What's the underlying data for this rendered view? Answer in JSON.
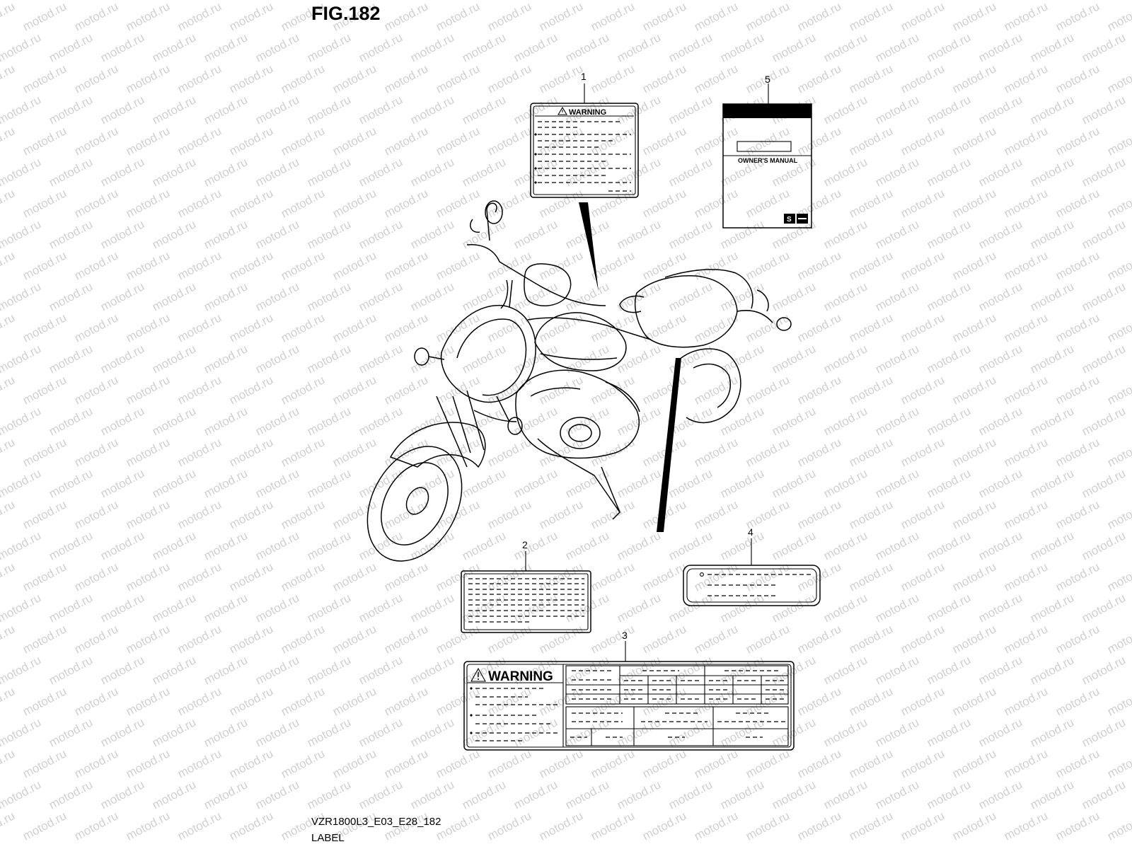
{
  "figure": {
    "title": "FIG.182",
    "code": "VZR1800L3_E03_E28_182",
    "caption": "LABEL"
  },
  "watermark": {
    "text": "motod.ru",
    "color": "#d0d0d0"
  },
  "callouts": [
    "1",
    "2",
    "3",
    "4",
    "5"
  ],
  "labels": {
    "warning_small": "WARNING",
    "warning_large": "WARNING",
    "manual": "OWNER'S MANUAL"
  },
  "icons": [
    "warning-triangle-icon",
    "suzuki-logo-icon"
  ]
}
